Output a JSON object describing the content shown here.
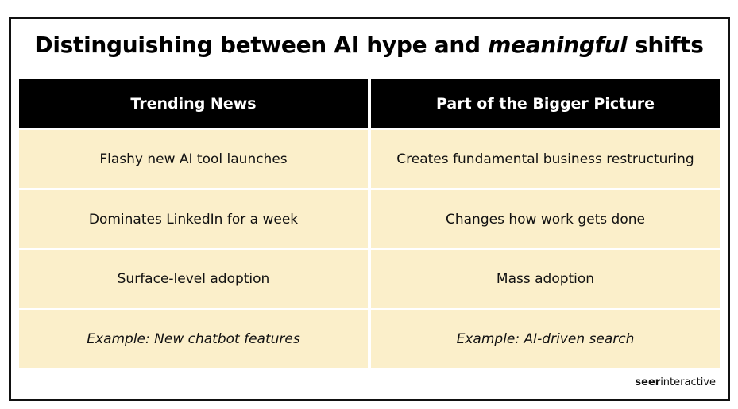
{
  "title": {
    "prefix": "Distinguishing between AI hype and ",
    "emphasis": "meaningful",
    "suffix": " shifts"
  },
  "table": {
    "headers": [
      "Trending News",
      "Part of the Bigger Picture"
    ],
    "rows": [
      [
        "Flashy new AI tool launches",
        "Creates fundamental business restructuring"
      ],
      [
        "Dominates LinkedIn for a week",
        "Changes how work gets done"
      ],
      [
        "Surface-level adoption",
        "Mass adoption"
      ]
    ],
    "example_label": "Example",
    "examples": [
      ": New chatbot features",
      ": AI-driven search"
    ]
  },
  "logo": {
    "bold": "seer",
    "rest": "interactive"
  },
  "colors": {
    "header_bg": "#000000",
    "row_bg": "#fbefca",
    "border": "#111111"
  }
}
